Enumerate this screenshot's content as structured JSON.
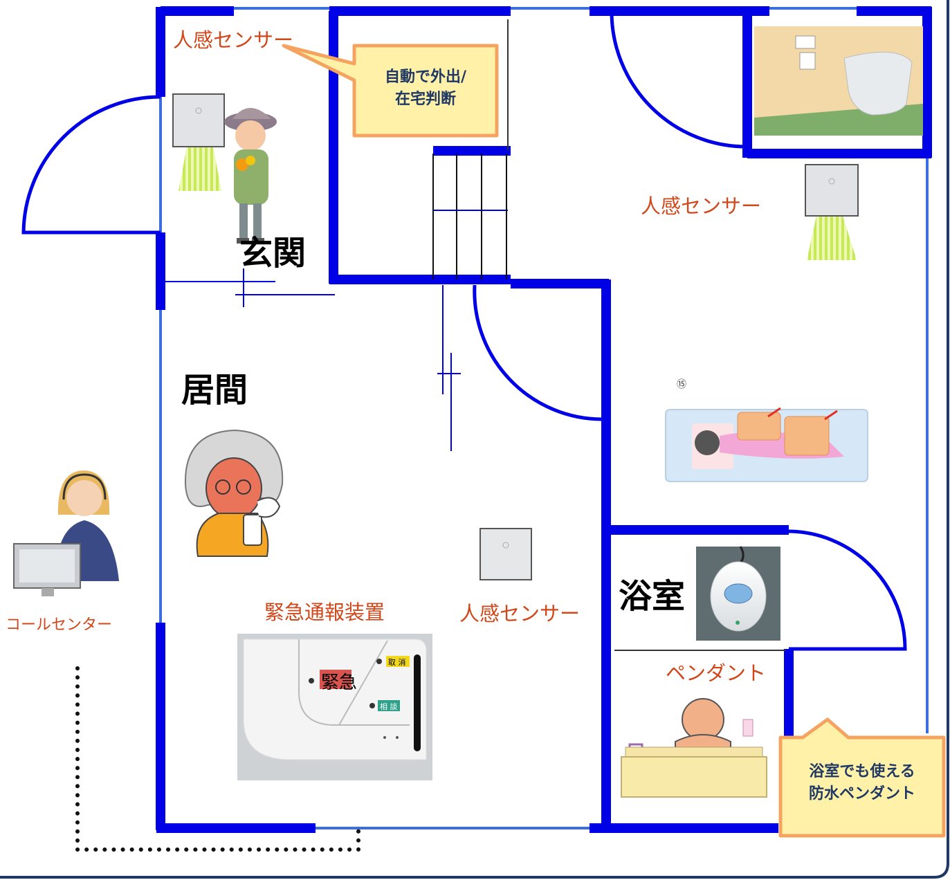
{
  "rooms": {
    "entrance": "玄関",
    "living": "居間",
    "bathroom": "浴室"
  },
  "labels": {
    "sensor_entrance": "人感センサー",
    "sensor_hall": "人感センサー",
    "sensor_living": "人感センサー",
    "emergency_device": "緊急通報装置",
    "call_center": "コールセンター",
    "pendant": "ペンダント"
  },
  "callouts": {
    "auto_detect": [
      "自動で外出/",
      "在宅判断"
    ],
    "waterproof": [
      "浴室でも使える",
      "防水ペンダント"
    ]
  },
  "device": {
    "emergency_button": "緊急",
    "cancel_button": "取 消",
    "consult_button": "相 談"
  },
  "colors": {
    "wall": "#0000e6",
    "thin_wall": "#3b6fe0",
    "label_orange": "#d0471a",
    "callout_fill": "#fff2a8",
    "callout_border": "#f4a460",
    "callout_text": "#1f3864",
    "sensor_cone": "#d8f07a"
  },
  "icons": [
    "motion-sensor-icon",
    "elderly-woman-icon",
    "operator-icon",
    "pendant-icon",
    "bathing-man-icon",
    "bed-icon",
    "toilet-icon"
  ]
}
